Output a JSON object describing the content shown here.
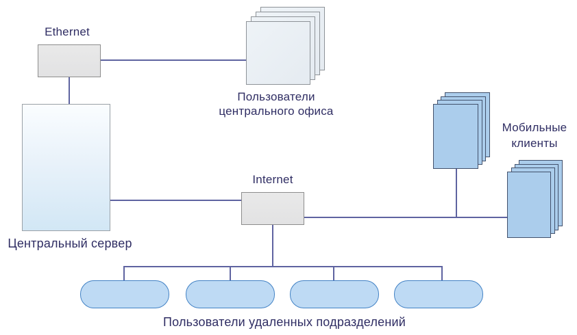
{
  "diagram": {
    "type": "network-topology",
    "labels": {
      "ethernet": "Ethernet",
      "internet": "Internet",
      "central_server": "Центральный сервер",
      "central_office_users": "Пользователи центрального офиса",
      "mobile_clients": "Мобильные клиенты",
      "remote_users": "Пользователи удаленных подразделений"
    },
    "counts": {
      "office_user_stack_layers": 4,
      "mobile_stack_1_layers": 4,
      "mobile_stack_2_layers": 4,
      "remote_branch_pills": 4
    },
    "colors": {
      "connector_line": "#5e63a0",
      "label_text": "#2f2d63",
      "gray_node_fill": "#e5e5e5",
      "gray_node_border": "#8c8c8c",
      "server_gradient_top": "#fafdff",
      "server_gradient_bottom": "#d2e7f5",
      "office_stack_fill": "#e9eef3",
      "office_stack_border": "#8d9297",
      "mobile_stack_fill": "#abcdec",
      "mobile_stack_border": "#41506b",
      "pill_fill": "#bedaf4",
      "pill_border": "#4181c4"
    }
  }
}
